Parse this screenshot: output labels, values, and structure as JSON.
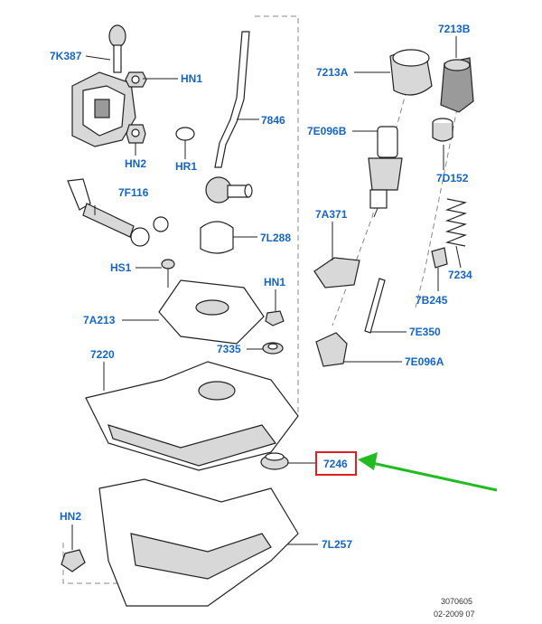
{
  "labels": {
    "p7K387": "7K387",
    "hn1_top": "HN1",
    "hr1": "HR1",
    "hn2_top": "HN2",
    "p7846": "7846",
    "p7213A": "7213A",
    "p7213B": "7213B",
    "p7E096B": "7E096B",
    "p7D152": "7D152",
    "p7F116": "7F116",
    "p7L288": "7L288",
    "p7A371": "7A371",
    "p7234": "7234",
    "hs1": "HS1",
    "hn1_mid": "HN1",
    "p7B245": "7B245",
    "p7A213": "7A213",
    "p7E350": "7E350",
    "p7335": "7335",
    "p7E096A": "7E096A",
    "p7220": "7220",
    "p7246": "7246",
    "hn2_bot": "HN2",
    "p7L257": "7L257"
  },
  "footer": {
    "ref_number": "3070605",
    "date_code": "02-2009 07"
  },
  "colors": {
    "label": "#1565c8",
    "highlight_box": "#e02020",
    "arrow": "#22bb22"
  },
  "highlight": {
    "part": "7246"
  }
}
